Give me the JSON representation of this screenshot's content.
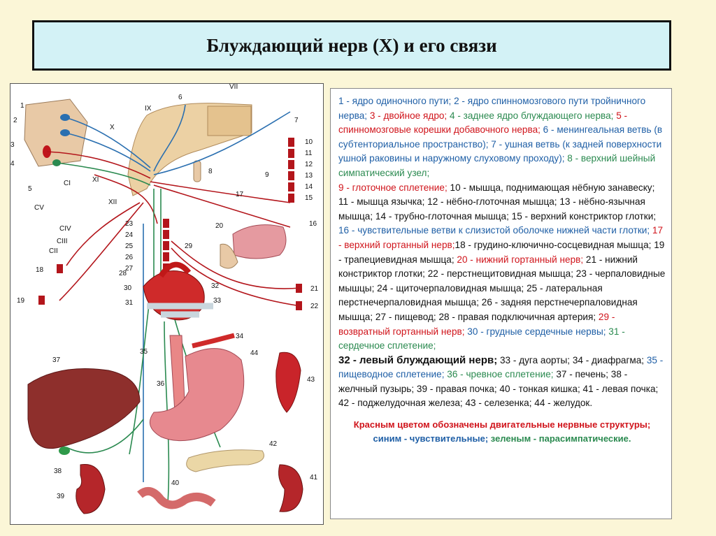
{
  "title": "Блуждающий нерв (X) и его связи",
  "colors": {
    "motor": "#d0141b",
    "sensory": "#1f5fa6",
    "parasympathetic": "#2b8a50"
  },
  "figure": {
    "nerve_labels": {
      "n7": "VII",
      "n9": "IX",
      "n10": "X",
      "n11": "XI",
      "n12": "XII"
    },
    "numbers": [
      "1",
      "2",
      "3",
      "4",
      "5",
      "6",
      "7",
      "8",
      "9",
      "10",
      "11",
      "12",
      "13",
      "14",
      "15",
      "16",
      "17",
      "18",
      "19",
      "20",
      "21",
      "22",
      "23",
      "24",
      "25",
      "26",
      "27",
      "28",
      "29",
      "30",
      "31",
      "32",
      "33",
      "34",
      "35",
      "36",
      "37",
      "38",
      "39",
      "40",
      "41",
      "42",
      "43",
      "44"
    ],
    "spinal": {
      "c1": "CI",
      "cv": "CV",
      "civ": "CIV",
      "ciii": "CIII",
      "cii": "CII"
    }
  },
  "legend": {
    "s1": "1 - ядро одиночного пути;",
    "s2": " 2 - ядро спинномозгового пути тройничного нерва;",
    "s3": " 3 - двойное ядро;",
    "s4": " 4 - заднее ядро блуждающего нерва;",
    "s5": " 5 - спинномозговые корешки добавочного нерва;",
    "s6": " 6 - менингеальная ветвь (в субтенториальное пространство);",
    "s7": " 7 - ушная ветвь (к задней поверхности ушной раковины и наружному слуховому проходу);",
    "s8": " 8 - верхний шейный симпатический узел;",
    "s9": "9 - глоточное сплетение;",
    "s10": " 10 - мышца, поднимающая нёбную занавеску; 11 - мышца язычка; 12 - нёбно-глоточная мышца; 13 - нёбно-язычная мышца; 14 - трубно-глоточная мышца; 15 - верхний констриктор глотки;",
    "s16": " 16 - чувствительные ветви к слизистой оболочке нижней части глотки;",
    "s17": " 17 - верхний гортанный нерв;",
    "s18": "18 - грудино-ключично-сосцевидная мышца; 19 - трапециевидная мышца;",
    "s20": " 20 - нижний гортанный нерв;",
    "s21": " 21 - нижний констриктор глотки; 22 - перстнещитовидная мышца; 23 - черпаловидные мышцы; 24 - щиточерпаловидная мышца; 25 - латеральная перстнечерпаловидная мышца; 26 - задняя перстнечерпаловидная мышца; 27 - пищевод; 28 - правая подключичная артерия;",
    "s29": " 29 - возвратный гортанный нерв;",
    "s30": " 30 - грудные сердечные нервы;",
    "s31": " 31 - сердечное сплетение;",
    "s32": "32 - левый блуждающий нерв;",
    "s33": " 33 - дуга аорты; 34 - диафрагма;",
    "s35": " 35 - пищеводное сплетение;",
    "s36": " 36 - чревное сплетение;",
    "s37": " 37 - печень; 38 - желчный пузырь; 39 - правая почка; 40 - тонкая кишка; 41 - левая почка; 42 - поджелудочная железа; 43 - селезенка; 44 - желудок."
  },
  "note": {
    "a": "Красным цветом обозначены двигательные нервные структуры;",
    "b": " синим - чувствительные;",
    "c": " зеленым - парасимпатические."
  }
}
